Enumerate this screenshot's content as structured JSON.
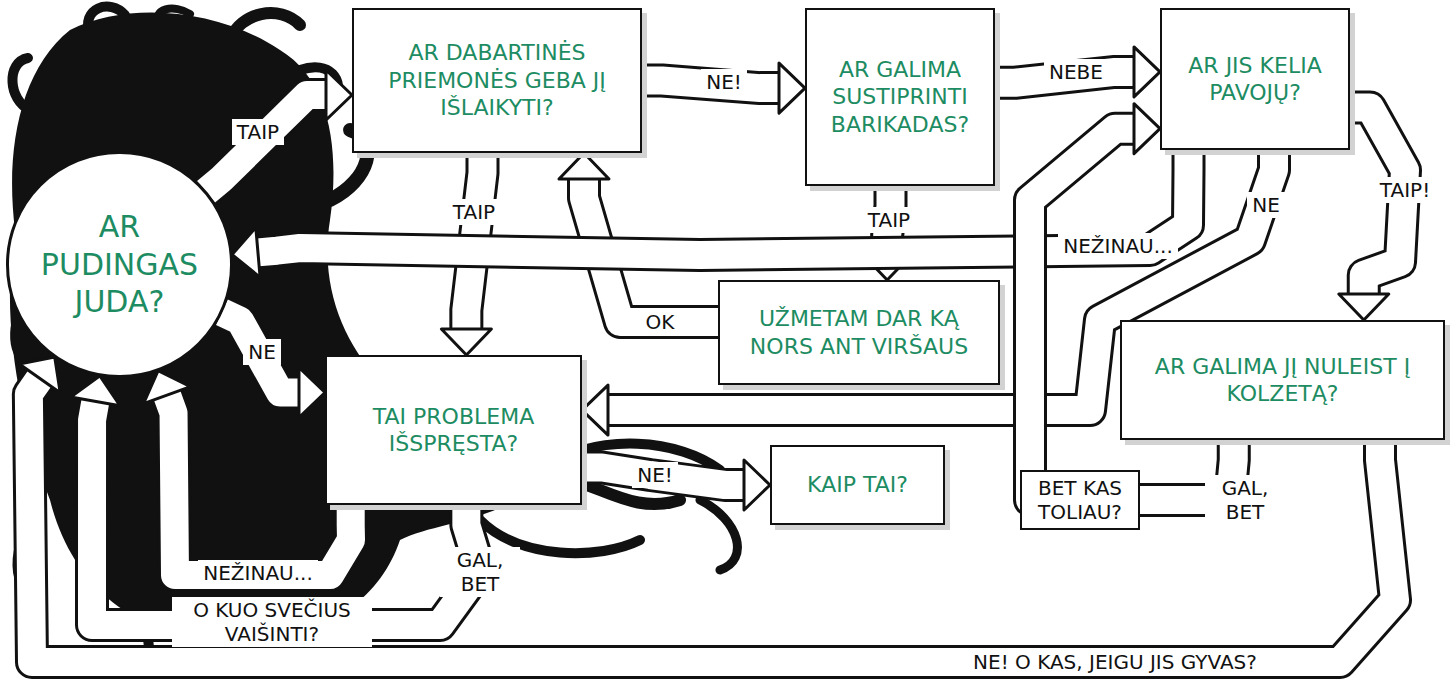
{
  "diagram": {
    "nodes": [
      {
        "text": [
          "AR PUDINGAS JUDA?"
        ]
      },
      {
        "text": [
          "AR DABARTINĖS PRIEMONĖS GEBA JĮ IŠLAIKYTI?"
        ]
      },
      {
        "text": [
          "AR GALIMA SUSTIPRINTI BARIKADAS?"
        ]
      },
      {
        "text": [
          "AR JIS KELIA PAVOJŲ?"
        ]
      },
      {
        "text": [
          "UŽMETAM DAR KĄ NORS ANT VIRŠAUS"
        ]
      },
      {
        "text": [
          "TAI PROBLEMA IŠSPRĘSTA?"
        ]
      },
      {
        "text": [
          "KAIP TAI?"
        ]
      },
      {
        "text": [
          "AR GALIMA JĮ NULEIST Į KOLZETĄ?"
        ]
      }
    ],
    "edges": [
      {
        "from": 0,
        "to": 1,
        "label": "TAIP",
        "arrow": "to"
      },
      {
        "from": 1,
        "to": 2,
        "label": "NE!",
        "arrow": "to"
      },
      {
        "from": 2,
        "to": 3,
        "label": "NEBE",
        "arrow": "to"
      },
      {
        "from": 1,
        "to": 5,
        "label": "TAIP",
        "arrow": "to"
      },
      {
        "from": 2,
        "to": 4,
        "label": "TAIP",
        "arrow": "to"
      },
      {
        "from": 4,
        "to": 1,
        "label": "OK",
        "arrow": "to"
      },
      {
        "from": 3,
        "to": 0,
        "label": "NEŽINAU...",
        "arrow": "to"
      },
      {
        "from": 3,
        "to": 7,
        "label": "TAIP!",
        "arrow": "to"
      },
      {
        "from": 3,
        "to": 5,
        "label": "NE",
        "arrow": "to"
      },
      {
        "from": 0,
        "to": 5,
        "label": "NE",
        "arrow": "to"
      },
      {
        "from": 5,
        "to": 6,
        "label": "NE!",
        "arrow": "to"
      },
      {
        "from": 5,
        "to": 0,
        "label": "NEŽINAU...",
        "arrow": "to"
      },
      {
        "from": 5,
        "to": 0,
        "label": "GAL, BET",
        "arrow": "to"
      },
      {
        "from": 7,
        "to": 0,
        "label": "NE! O KAS, JEIGU JIS GYVAS?",
        "arrow": "to"
      },
      {
        "from": 7,
        "to": 3,
        "label": "GAL, BET",
        "arrow": "to"
      }
    ],
    "labels": [
      "O KUO SVEČIUS VAIŠINTI?",
      "BET KAS TOLIAU?"
    ]
  }
}
